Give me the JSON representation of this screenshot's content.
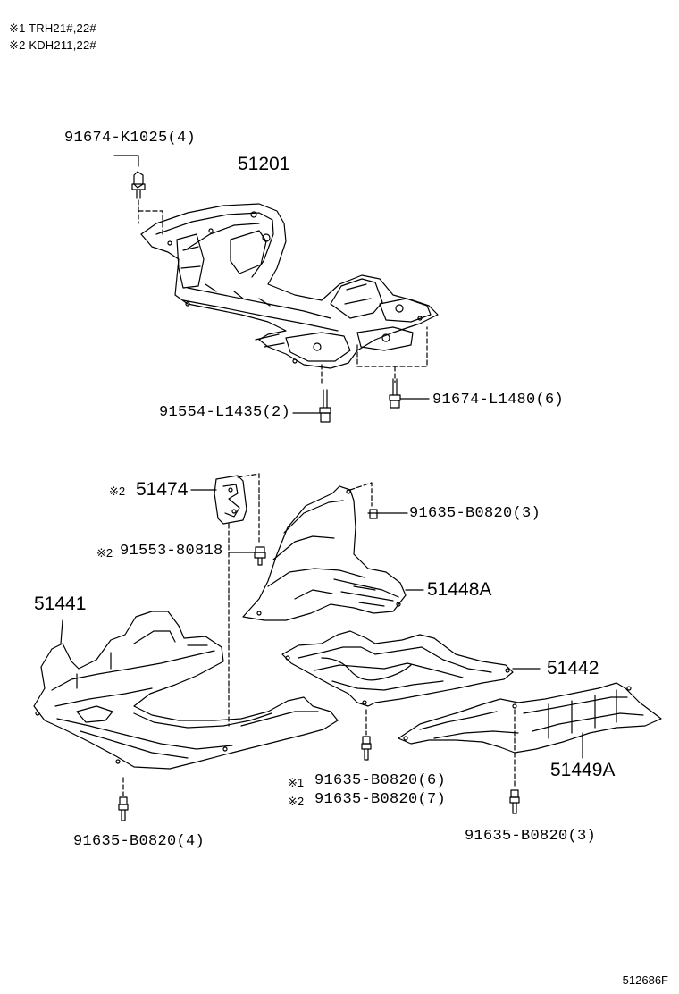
{
  "legend": [
    {
      "mark": "※1",
      "text": "TRH21#,22#"
    },
    {
      "mark": "※2",
      "text": "KDH211,22#"
    }
  ],
  "parts": {
    "p51201": "51201",
    "p91674_K1025": "91674-K1025(4)",
    "p91554_L1435": "91554-L1435(2)",
    "p91674_L1480": "91674-L1480(6)",
    "p51474": "51474",
    "p51474_mark": "※2",
    "p91553_80818": "91553-80818",
    "p91553_mark": "※2",
    "p91635_B0820_3a": "91635-B0820(3)",
    "p51448A": "51448A",
    "p51441": "51441",
    "p51442": "51442",
    "p51449A": "51449A",
    "p91635_B0820_6": "91635-B0820(6)",
    "p91635_6_mark": "※1",
    "p91635_B0820_7": "91635-B0820(7)",
    "p91635_7_mark": "※2",
    "p91635_B0820_4": "91635-B0820(4)",
    "p91635_B0820_3b": "91635-B0820(3)"
  },
  "figure_id": "512686F"
}
